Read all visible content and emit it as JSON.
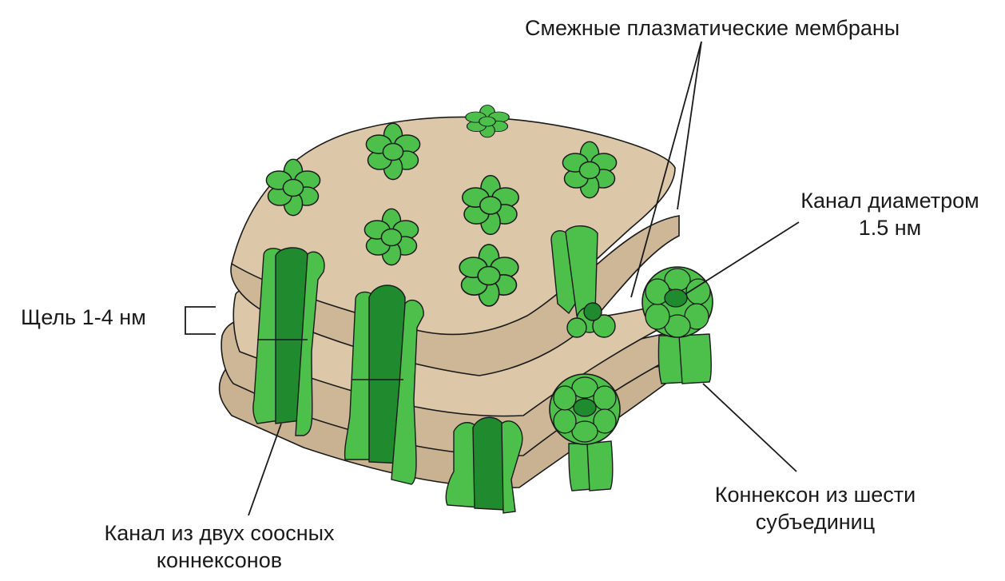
{
  "labels": {
    "membranes": "Смежные плазматические мембраны",
    "channel_diameter": [
      "Канал диаметром",
      "1.5 нм"
    ],
    "gap": "Щель 1-4 нм",
    "connexon": [
      "Коннексон из шести",
      "субъединиц"
    ],
    "channel_two": [
      "Канал из двух соосных",
      "коннексонов"
    ]
  },
  "colors": {
    "membrane_top": "#dcc8a8",
    "membrane_side": "#cdb797",
    "membrane_dark": "#bba283",
    "protein": "#4cc04a",
    "protein_dark": "#1f8a2e",
    "outline": "#1a1a1a"
  }
}
